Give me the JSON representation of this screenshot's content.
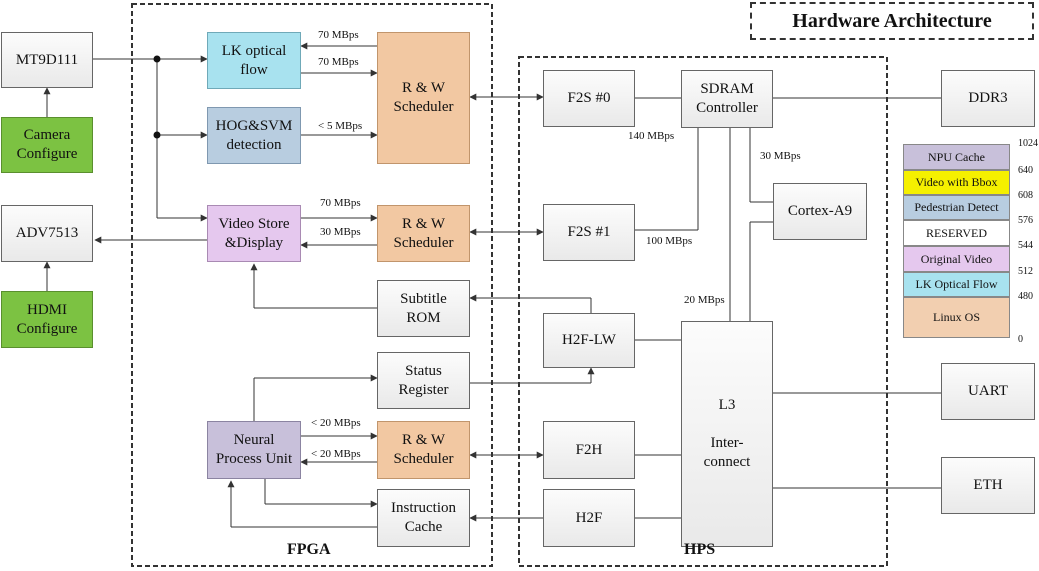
{
  "title": "Hardware Architecture",
  "regions": {
    "fpga": "FPGA",
    "hps": "HPS"
  },
  "blocks": {
    "mt9d111": "MT9D111",
    "camera_configure": "Camera\nConfigure",
    "adv7513": "ADV7513",
    "hdmi_configure": "HDMI\nConfigure",
    "lk_optical_flow": "LK optical\nflow",
    "hog_svm": "HOG&SVM\ndetection",
    "video_store": "Video Store\n&Display",
    "rw_scheduler_1": "R & W\nScheduler",
    "rw_scheduler_2": "R & W\nScheduler",
    "rw_scheduler_3": "R & W\nScheduler",
    "subtitle_rom": "Subtitle\nROM",
    "status_register": "Status\nRegister",
    "npu": "Neural\nProcess Unit",
    "instruction_cache": "Instruction\nCache",
    "f2s0": "F2S #0",
    "f2s1": "F2S #1",
    "h2f_lw": "H2F-LW",
    "f2h": "F2H",
    "h2f": "H2F",
    "sdram": "SDRAM\nController",
    "cortex": "Cortex-A9",
    "l3": "L3\n\nInter-\nconnect",
    "ddr3": "DDR3",
    "uart": "UART",
    "eth": "ETH"
  },
  "bandwidth": {
    "lk_read": "70 MBps",
    "lk_write": "70 MBps",
    "hog": "< 5 MBps",
    "vs_write": "70 MBps",
    "vs_read": "30 MBps",
    "npu_1": "< 20 MBps",
    "npu_2": "< 20 MBps",
    "f2s0": "140 MBps",
    "f2s1": "100 MBps",
    "cortex": "30 MBps",
    "l3": "20 MBps"
  },
  "memory_map": {
    "regions": [
      "NPU Cache",
      "Video with Bbox",
      "Pedestrian Detect",
      "RESERVED",
      "Original Video",
      "LK Optical Flow",
      "Linux OS"
    ],
    "colors": [
      "#c8c0da",
      "#f5f000",
      "#b8cde0",
      "#ffffff",
      "#e5c8ee",
      "#a8e2ef",
      "#f2cfb0"
    ],
    "addresses": [
      "1024",
      "640",
      "608",
      "576",
      "544",
      "512",
      "480",
      "0"
    ]
  }
}
